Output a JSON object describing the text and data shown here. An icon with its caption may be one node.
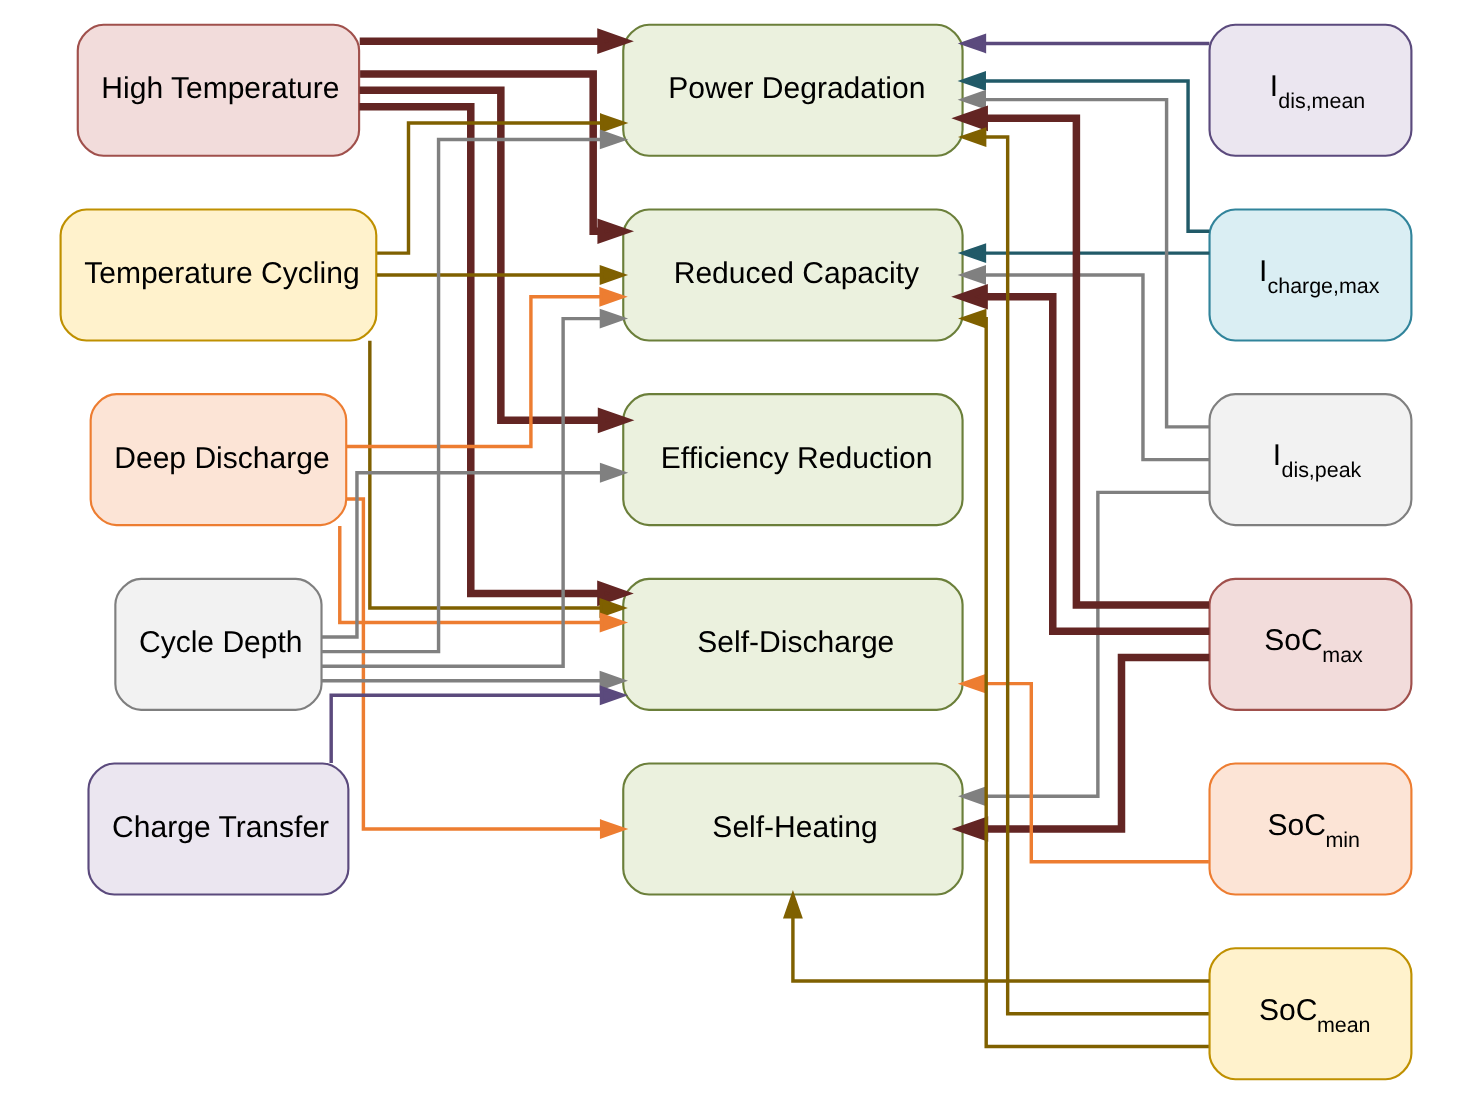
{
  "diagram": {
    "nodes": [
      {
        "text": [
          "High Temperature"
        ]
      },
      {
        "text": [
          "Temperature Cycling"
        ]
      },
      {
        "text": [
          "Deep Discharge"
        ]
      },
      {
        "text": [
          "Cycle Depth"
        ]
      },
      {
        "text": [
          "Charge Transfer"
        ]
      },
      {
        "text": [
          "Power Degradation"
        ]
      },
      {
        "text": [
          "Reduced Capacity"
        ]
      },
      {
        "text": [
          "Efficiency Reduction"
        ]
      },
      {
        "text": [
          "Self-Discharge"
        ]
      },
      {
        "text": [
          "Self-Heating"
        ]
      },
      {
        "text": [
          "I$_{dis,mean}$"
        ]
      },
      {
        "text": [
          "I$_{charge,max}$"
        ]
      },
      {
        "text": [
          "I$_{dis,peak}$"
        ]
      },
      {
        "text": [
          "SoC$_{max}$"
        ]
      },
      {
        "text": [
          "SoC$_{min}$"
        ]
      },
      {
        "text": [
          "SoC$_{mean}$"
        ]
      }
    ],
    "edges": [
      {
        "from": 0,
        "to": 5,
        "arrow": "to",
        "style": "thick",
        "color": "#632523"
      },
      {
        "from": 0,
        "to": 6,
        "arrow": "to",
        "style": "thick",
        "color": "#632523"
      },
      {
        "from": 0,
        "to": 7,
        "arrow": "to",
        "style": "thick",
        "color": "#632523"
      },
      {
        "from": 0,
        "to": 8,
        "arrow": "to",
        "style": "thick",
        "color": "#632523"
      },
      {
        "from": 1,
        "to": 5,
        "arrow": "to",
        "color": "#7f6000"
      },
      {
        "from": 1,
        "to": 6,
        "arrow": "to",
        "color": "#7f6000"
      },
      {
        "from": 1,
        "to": 8,
        "arrow": "to",
        "color": "#7f6000"
      },
      {
        "from": 2,
        "to": 6,
        "arrow": "to",
        "color": "#ed7d31"
      },
      {
        "from": 2,
        "to": 8,
        "arrow": "to",
        "color": "#ed7d31"
      },
      {
        "from": 2,
        "to": 9,
        "arrow": "to",
        "color": "#ed7d31"
      },
      {
        "from": 3,
        "to": 5,
        "arrow": "to",
        "color": "#808080"
      },
      {
        "from": 3,
        "to": 6,
        "arrow": "to",
        "color": "#808080"
      },
      {
        "from": 3,
        "to": 7,
        "arrow": "to",
        "color": "#808080"
      },
      {
        "from": 3,
        "to": 8,
        "arrow": "to",
        "color": "#808080"
      },
      {
        "from": 4,
        "to": 8,
        "arrow": "to",
        "color": "#5b4a7d"
      },
      {
        "from": 10,
        "to": 5,
        "arrow": "to",
        "color": "#5b4a7d"
      },
      {
        "from": 11,
        "to": 5,
        "arrow": "to",
        "color": "#215a68"
      },
      {
        "from": 11,
        "to": 6,
        "arrow": "to",
        "color": "#215a68"
      },
      {
        "from": 12,
        "to": 5,
        "arrow": "to",
        "color": "#808080"
      },
      {
        "from": 12,
        "to": 6,
        "arrow": "to",
        "color": "#808080"
      },
      {
        "from": 12,
        "to": 9,
        "arrow": "to",
        "color": "#808080"
      },
      {
        "from": 13,
        "to": 5,
        "arrow": "to",
        "style": "thick",
        "color": "#632523"
      },
      {
        "from": 13,
        "to": 6,
        "arrow": "to",
        "style": "thick",
        "color": "#632523"
      },
      {
        "from": 13,
        "to": 9,
        "arrow": "to",
        "style": "thick",
        "color": "#632523"
      },
      {
        "from": 14,
        "to": 8,
        "arrow": "to",
        "color": "#ed7d31"
      },
      {
        "from": 15,
        "to": 5,
        "arrow": "to",
        "color": "#7f6000"
      },
      {
        "from": 15,
        "to": 6,
        "arrow": "to",
        "color": "#7f6000"
      },
      {
        "from": 15,
        "to": 9,
        "arrow": "to",
        "color": "#7f6000"
      }
    ]
  }
}
